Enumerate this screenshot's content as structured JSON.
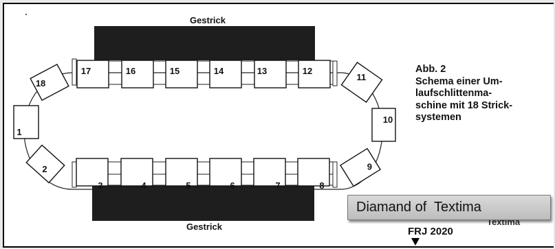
{
  "diagram": {
    "top_fabric_label": "Gestrick",
    "bottom_fabric_label": "Gestrick",
    "system_numbers": [
      "1",
      "2",
      "3",
      "4",
      "5",
      "6",
      "7",
      "8",
      "9",
      "10",
      "11",
      "12",
      "13",
      "14",
      "15",
      "16",
      "17",
      "18"
    ]
  },
  "caption": {
    "lines": [
      "Abb. 2",
      "Schema einer Um-",
      "laufschlittenma-",
      "schine mit 18 Strick-",
      "systemen"
    ]
  },
  "credit_tag": {
    "text": "Diamand of  Textima"
  },
  "obscured_text": "Textima",
  "source": {
    "text": "FRJ 2020"
  },
  "colors": {
    "fabric": "#1e1e1e",
    "line": "#111111",
    "background": "#ffffff",
    "tag": "#c9c9c9"
  }
}
